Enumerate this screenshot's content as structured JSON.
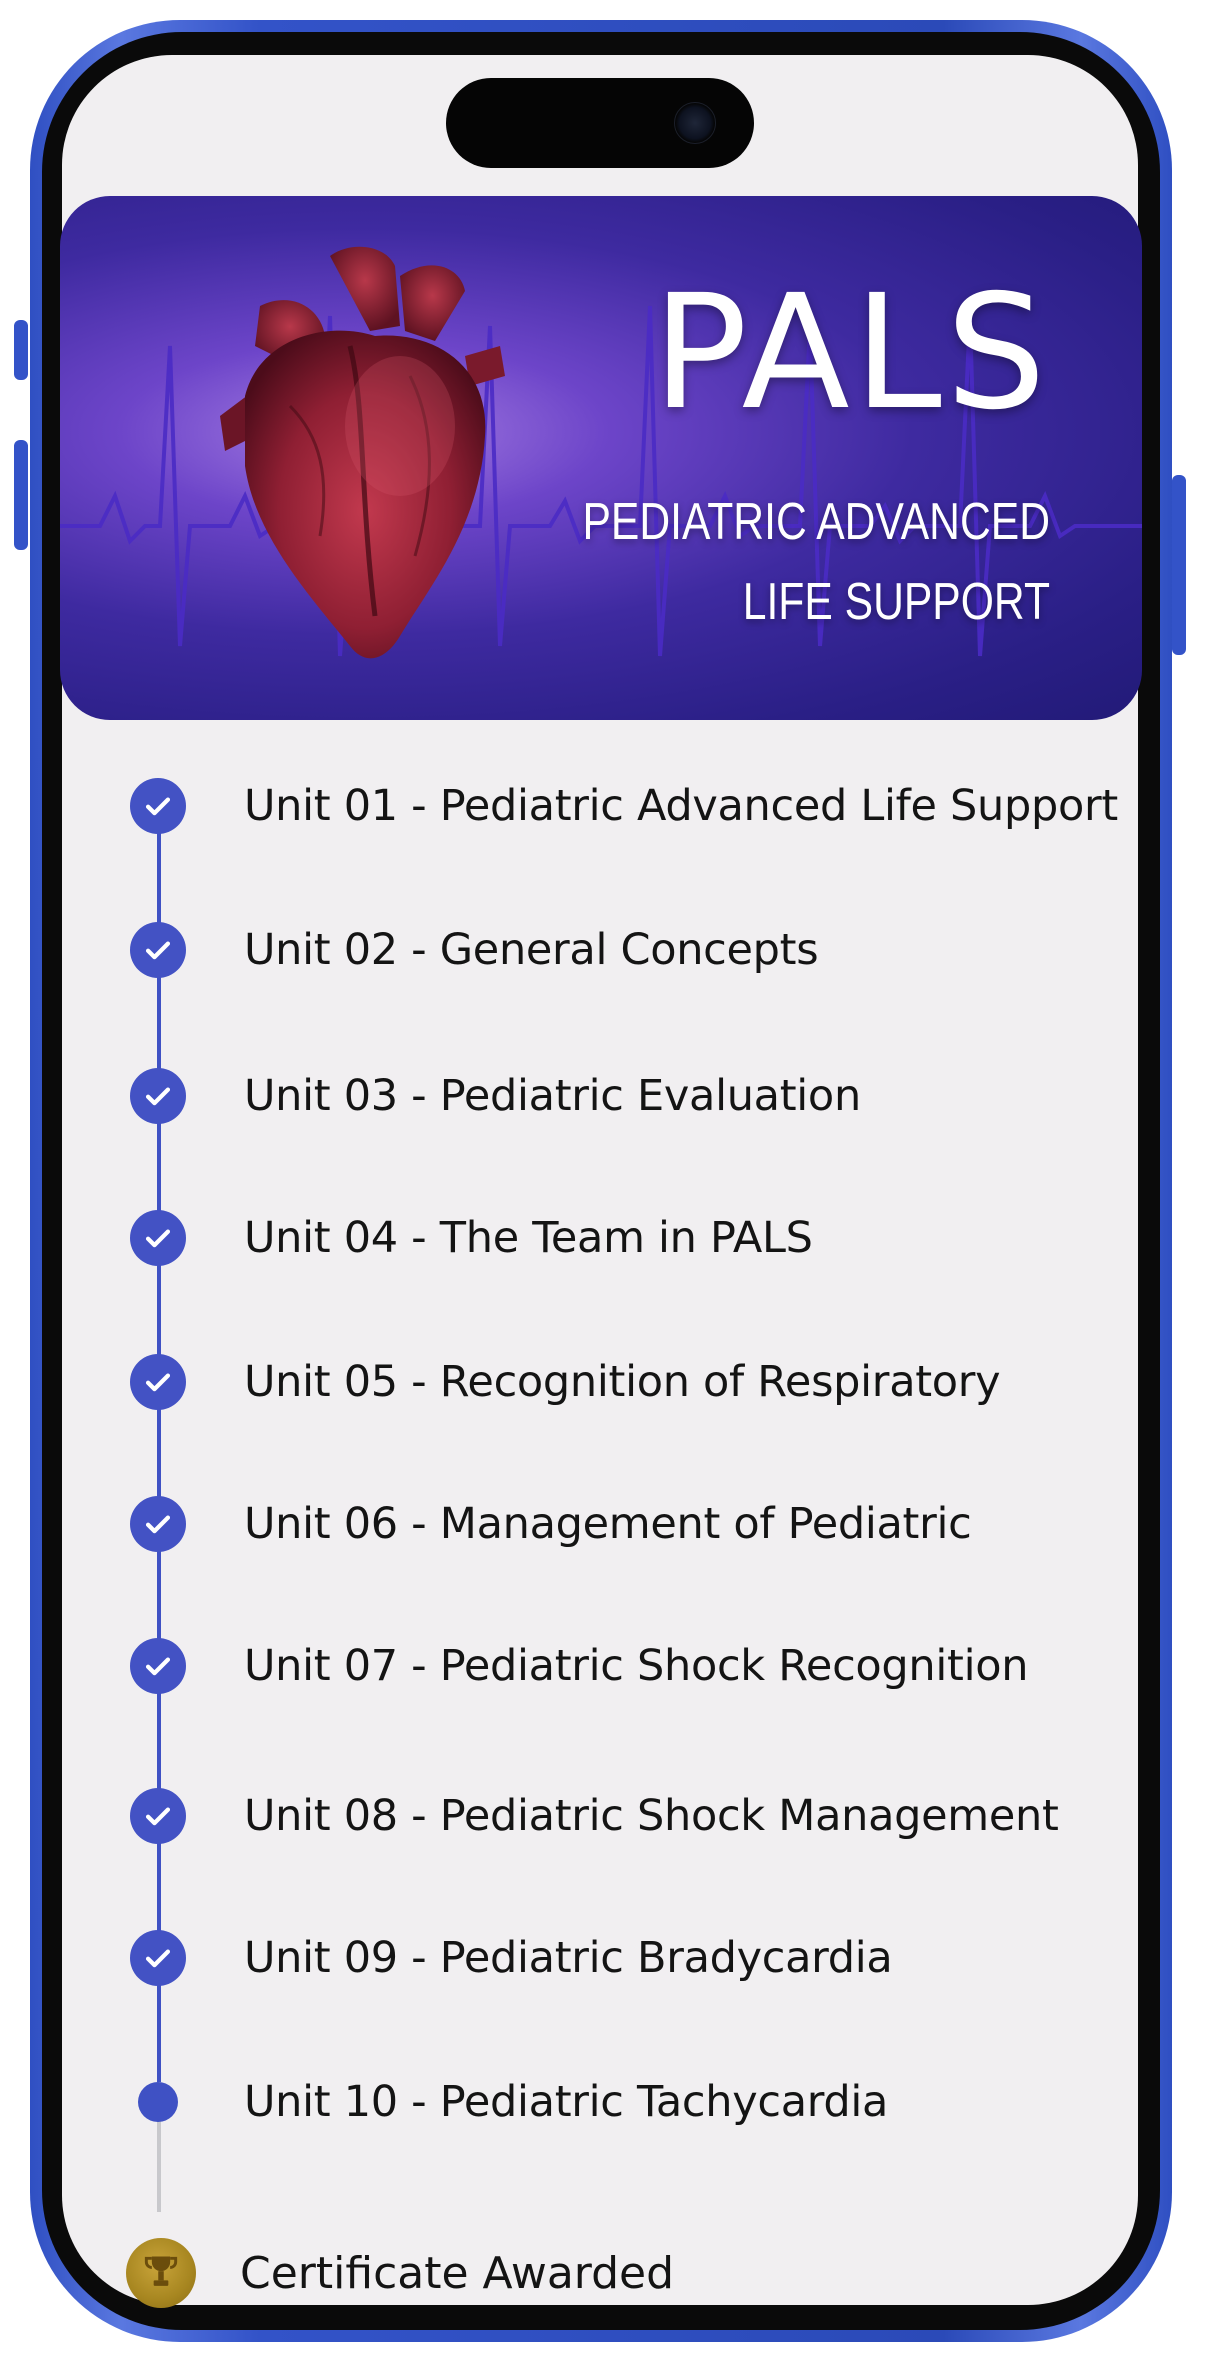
{
  "banner": {
    "title": "PALS",
    "subtitle_line1": "PEDIATRIC ADVANCED",
    "subtitle_line2": "LIFE SUPPORT",
    "image_icon": "heart-illustration-icon"
  },
  "units": [
    {
      "label": "Unit 01 - Pediatric Advanced Life Support",
      "status": "completed"
    },
    {
      "label": "Unit 02 - General Concepts",
      "status": "completed"
    },
    {
      "label": "Unit 03 - Pediatric Evaluation",
      "status": "completed"
    },
    {
      "label": "Unit 04 - The Team in PALS",
      "status": "completed"
    },
    {
      "label": "Unit 05 - Recognition of Respiratory",
      "status": "completed"
    },
    {
      "label": "Unit 06 - Management of Pediatric",
      "status": "completed"
    },
    {
      "label": "Unit 07 - Pediatric Shock Recognition",
      "status": "completed"
    },
    {
      "label": "Unit 08 - Pediatric Shock Management",
      "status": "completed"
    },
    {
      "label": "Unit 09 - Pediatric Bradycardia",
      "status": "completed"
    },
    {
      "label": "Unit 10 - Pediatric Tachycardia",
      "status": "current"
    }
  ],
  "certificate": {
    "label": "Certificate Awarded",
    "icon": "trophy-icon"
  },
  "colors": {
    "accent": "#3f51c4",
    "phone_frame": "#3353c8",
    "screen_bg": "#f1eff1",
    "trophy": "#a78620"
  }
}
